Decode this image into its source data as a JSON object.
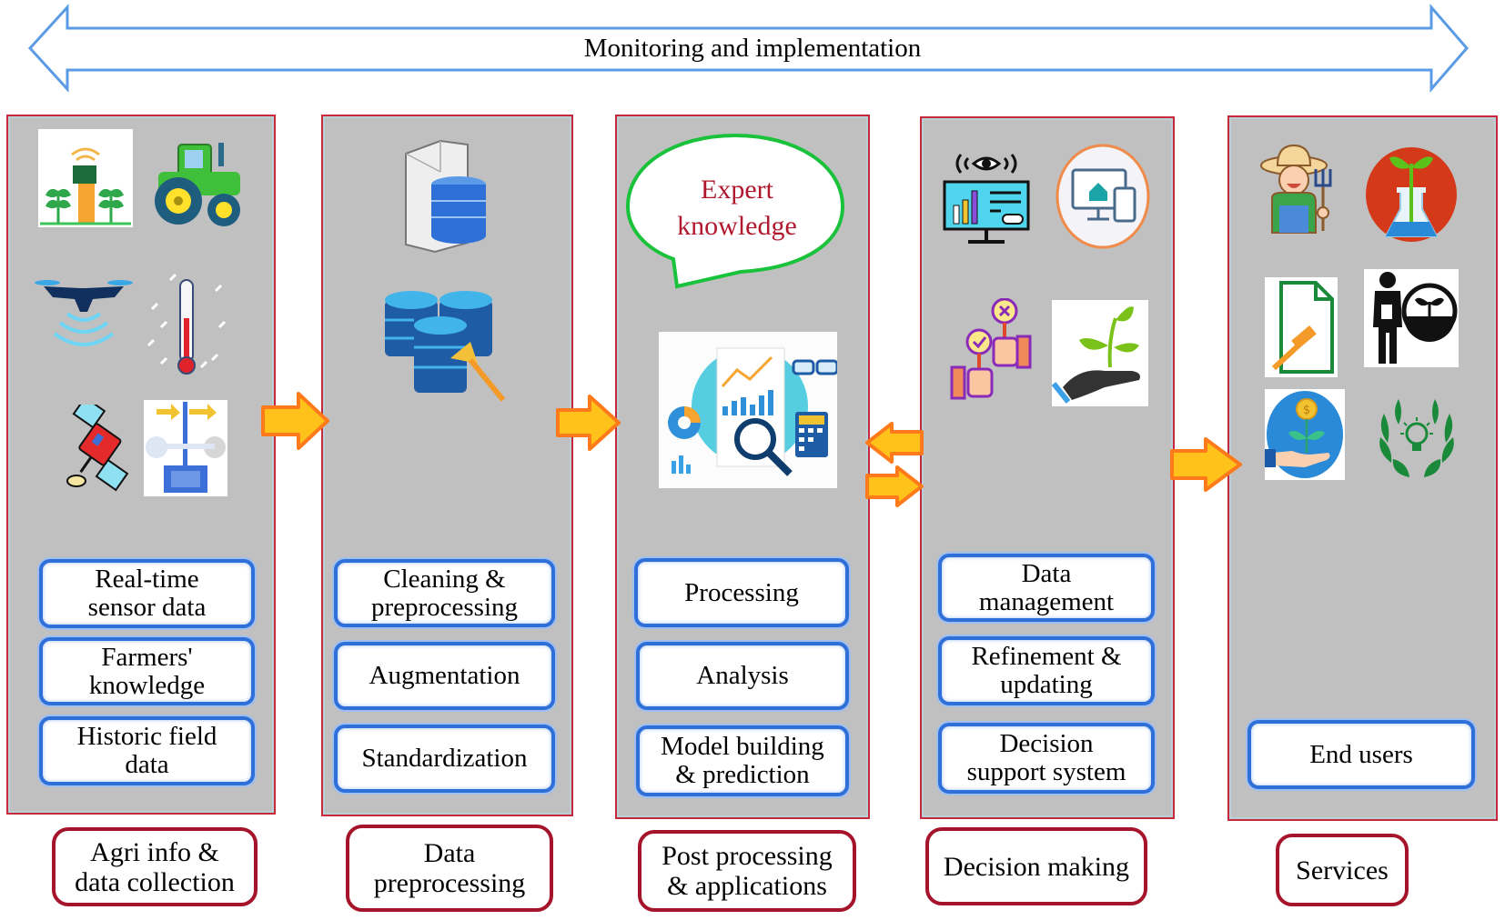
{
  "top_banner": {
    "label": "Monitoring and implementation",
    "direction": "bidirectional"
  },
  "colors": {
    "panel_fill": "#c0c0c0",
    "panel_border": "#c8283c",
    "box_border": "#2f6fd8",
    "stage_border": "#a5142a",
    "flow_arrow_fill": "#ffc21a",
    "flow_arrow_stroke": "#ff7a1a",
    "banner_arrow": "#5b9be6",
    "bubble_border": "#19c23a",
    "bubble_text": "#b0182e"
  },
  "stages": [
    {
      "name": "Agri info &\ndata collection",
      "icons": [
        "field-sensor-icon",
        "tractor-icon",
        "drone-icon",
        "thermometer-icon",
        "satellite-icon",
        "weather-vane-icon"
      ],
      "boxes": [
        "Real-time\nsensor data",
        "Farmers'\nknowledge",
        "Historic field\ndata"
      ]
    },
    {
      "name": "Data\npreprocessing",
      "icons": [
        "database-server-icon",
        "database-cleaning-icon"
      ],
      "boxes": [
        "Cleaning &\npreprocessing",
        "Augmentation",
        "Standardization"
      ]
    },
    {
      "name": "Post processing\n& applications",
      "bubble": "Expert\nknowledge",
      "icons": [
        "data-analysis-icon"
      ],
      "boxes": [
        "Processing",
        "Analysis",
        "Model building\n& prediction"
      ]
    },
    {
      "name": "Decision making",
      "icons": [
        "monitoring-dashboard-icon",
        "smart-devices-icon",
        "voting-icon",
        "plant-in-hand-icon"
      ],
      "boxes": [
        "Data\nmanagement",
        "Refinement &\nupdating",
        "Decision\nsupport system"
      ]
    },
    {
      "name": "Services",
      "icons": [
        "farmer-icon",
        "plant-lab-icon",
        "legal-document-icon",
        "agronomist-icon",
        "investment-icon",
        "innovation-laurel-icon"
      ],
      "boxes": [
        "End users"
      ]
    }
  ],
  "flows": [
    {
      "from": "Agri info & data collection",
      "to": "Data preprocessing",
      "direction": "forward"
    },
    {
      "from": "Data preprocessing",
      "to": "Post processing & applications",
      "direction": "forward"
    },
    {
      "from": "Decision making",
      "to": "Post processing & applications",
      "direction": "backward"
    },
    {
      "from": "Post processing & applications",
      "to": "Decision making",
      "direction": "forward"
    },
    {
      "from": "Decision making",
      "to": "Services",
      "direction": "forward"
    }
  ]
}
